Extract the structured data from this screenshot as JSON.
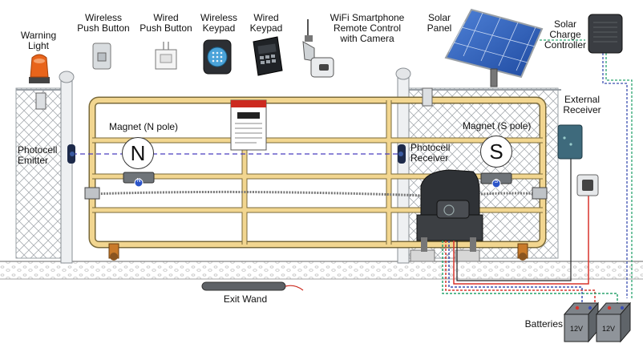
{
  "labels": {
    "warning_light": "Warning\nLight",
    "wireless_push_button": "Wireless\nPush Button",
    "wired_push_button": "Wired\nPush Button",
    "wireless_keypad": "Wireless\nKeypad",
    "wired_keypad": "Wired\nKeypad",
    "wifi_remote": "WiFi Smartphone\nRemote Control\nwith Camera",
    "solar_panel": "Solar\nPanel",
    "solar_charge_controller": "Solar\nCharge\nController",
    "external_receiver": "External\nReceiver",
    "magnet_n_pole": "Magnet (N pole)",
    "magnet_s_pole": "Magnet (S pole)",
    "photocell_emitter": "Photocell\nEmitter",
    "photocell_receiver": "Photocell\nReceiver",
    "exit_wand": "Exit Wand",
    "batteries": "Batteries",
    "magnet_n_letter": "N",
    "magnet_s_letter": "S",
    "battery_1_voltage": "12V",
    "battery_2_voltage": "12V",
    "small_magnet_n": "N",
    "small_magnet_s": "S"
  },
  "colors": {
    "gate_frame": "#f2d690",
    "gate_outline": "#7a6a3a",
    "fence": "#9aa0a6",
    "ground": "#d9d9d9",
    "wire_red": "#d9342b",
    "wire_green": "#2aa36f",
    "wire_blue": "#3b4fb0",
    "beam_dash": "#4a3fbf",
    "solar_blue": "#2e5fbf",
    "warning_orange": "#e8641b"
  }
}
